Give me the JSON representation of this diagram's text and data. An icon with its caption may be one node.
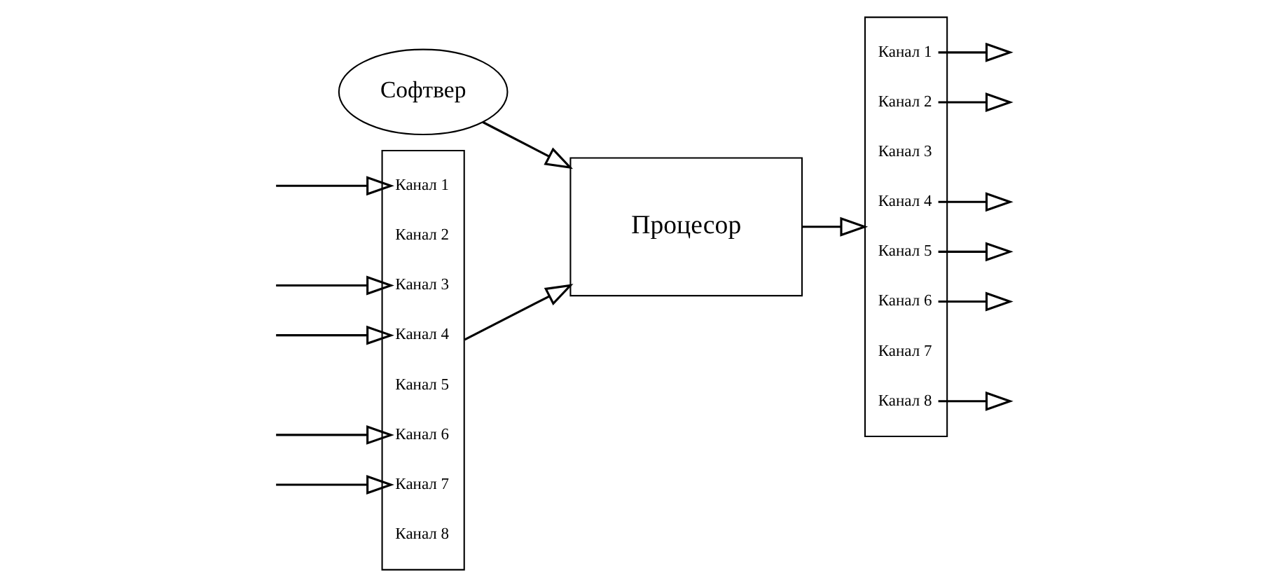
{
  "diagram": {
    "nodes": [
      {
        "text": [
          "Канал 1",
          "Канал 2",
          "Канал 3",
          "Канал 4",
          "Канал 5",
          "Канал 6",
          "Канал 7",
          "Канал 8"
        ]
      },
      {
        "text": [
          "Софтвер"
        ]
      },
      {
        "text": [
          "Процесор"
        ]
      },
      {
        "text": [
          "Канал 1",
          "Канал 2",
          "Канал 3",
          "Канал 4",
          "Канал 5",
          "Канал 6",
          "Канал 7",
          "Канал 8"
        ]
      }
    ],
    "edges": [
      {
        "from": null,
        "to": 0,
        "arrow": "to"
      },
      {
        "from": null,
        "to": 0,
        "arrow": "to"
      },
      {
        "from": null,
        "to": 0,
        "arrow": "to"
      },
      {
        "from": null,
        "to": 0,
        "arrow": "to"
      },
      {
        "from": null,
        "to": 0,
        "arrow": "to"
      },
      {
        "from": 0,
        "to": 2,
        "arrow": "to"
      },
      {
        "from": 1,
        "to": 2,
        "arrow": "to"
      },
      {
        "from": 2,
        "to": 3,
        "arrow": "to"
      },
      {
        "from": 3,
        "to": null,
        "arrow": "to"
      },
      {
        "from": 3,
        "to": null,
        "arrow": "to"
      },
      {
        "from": 3,
        "to": null,
        "arrow": "to"
      },
      {
        "from": 3,
        "to": null,
        "arrow": "to"
      },
      {
        "from": 3,
        "to": null,
        "arrow": "to"
      },
      {
        "from": 3,
        "to": null,
        "arrow": "to"
      }
    ]
  }
}
